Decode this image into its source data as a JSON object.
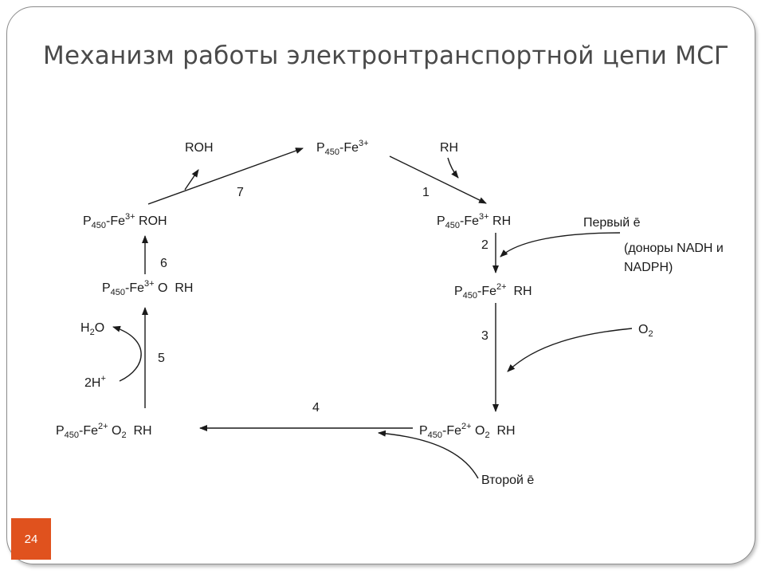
{
  "slide": {
    "title": "Механизм работы электронтранспортной цепи МСГ",
    "number": "24"
  },
  "diagram": {
    "nodes": {
      "top": {
        "p": "P",
        "sub": "450",
        "fe": "-Fe",
        "sup": "3+",
        "rest": ""
      },
      "right1": {
        "p": "P",
        "sub": "450",
        "fe": "-Fe",
        "sup": "3+",
        "rest": " RH"
      },
      "right2": {
        "p": "P",
        "sub": "450",
        "fe": "-Fe",
        "sup": "2+",
        "rest": "  RH"
      },
      "bottom_right": {
        "p": "P",
        "sub": "450",
        "fe": "-Fe",
        "sup": "2+",
        "rest": " O",
        "sub2": "2",
        "rest2": "  RH"
      },
      "bottom_left": {
        "p": "P",
        "sub": "450",
        "fe": "-Fe",
        "sup": "2+",
        "rest": " O",
        "sub2": "2",
        "rest2": "  RH"
      },
      "left2": {
        "p": "P",
        "sub": "450",
        "fe": "-Fe",
        "sup": "3+",
        "rest": " O  RH"
      },
      "left1": {
        "p": "P",
        "sub": "450",
        "fe": "-Fe",
        "sup": "3+",
        "rest": " ROH"
      }
    },
    "labels": {
      "roh": "ROH",
      "rh": "RH",
      "first_e": "Первый ē",
      "donors_line1": "(доноры NADH и",
      "donors_line2": "NADPH)",
      "o2_main": "O",
      "o2_sub": "2",
      "second_e": "Второй ē",
      "h2o_h": "H",
      "h2o_sub": "2",
      "h2o_o": "O",
      "twoh": "2H",
      "twoh_sup": "+"
    },
    "steps": [
      "1",
      "2",
      "3",
      "4",
      "5",
      "6",
      "7"
    ]
  }
}
